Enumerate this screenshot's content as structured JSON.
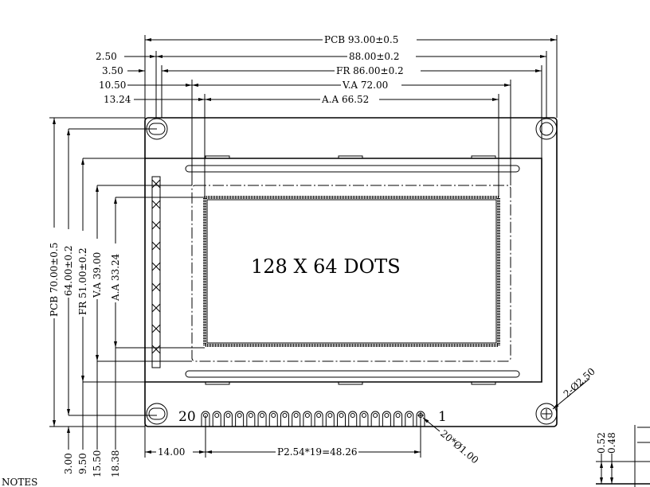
{
  "drawing": {
    "horizontal_dims": {
      "pcb_width": "PCB 93.00±0.5",
      "outline_width": "88.00±0.2",
      "frame_width": "FR 86.00±0.2",
      "view_area_width": "V.A 72.00",
      "active_area_width": "A.A 66.52",
      "offset_pcb": "2.50",
      "offset_frame": "3.50",
      "offset_va": "10.50",
      "offset_aa": "13.24"
    },
    "vertical_dims": {
      "pcb_height": "PCB 70.00±0.5",
      "outline_height": "64.00±0.2",
      "frame_height": "FR 51.00±0.2",
      "view_area_height": "V.A 39.00",
      "active_area_height": "A.A 33.24",
      "offset_outline": "3.00",
      "offset_frame": "9.50",
      "offset_va": "15.50",
      "offset_aa": "18.38"
    },
    "display_label": "128 X 64 DOTS",
    "pin_first": "1",
    "pin_last": "20",
    "pin_count": 20,
    "pin_hole_note": "20*Ø1.00",
    "mount_hole_note": "2-Ø2.50",
    "pin_offset": "14.00",
    "pin_pitch": "P2.54*19=48.26",
    "side_dims": [
      "0.52",
      "0.48"
    ],
    "notes_heading": "NOTES"
  }
}
